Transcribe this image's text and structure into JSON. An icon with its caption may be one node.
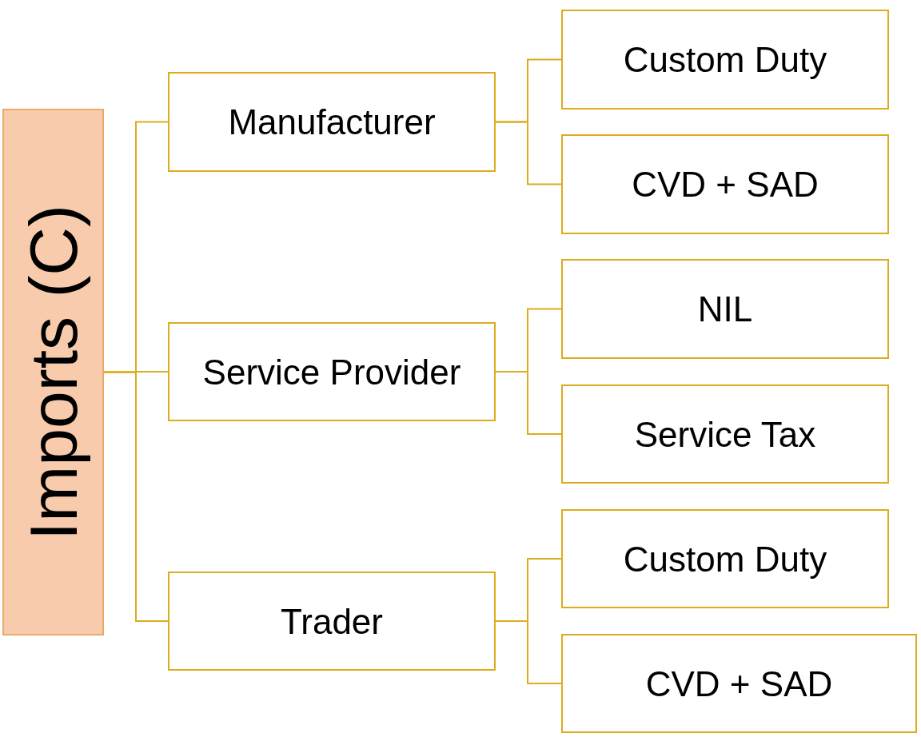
{
  "diagram": {
    "nodes": [
      {
        "text": [
          "Imports (C)"
        ]
      },
      {
        "text": [
          "Manufacturer"
        ]
      },
      {
        "text": [
          "Custom Duty"
        ]
      },
      {
        "text": [
          "CVD + SAD"
        ]
      },
      {
        "text": [
          "Service Provider"
        ]
      },
      {
        "text": [
          "NIL"
        ]
      },
      {
        "text": [
          "Service Tax"
        ]
      },
      {
        "text": [
          "Trader"
        ]
      },
      {
        "text": [
          "Custom Duty"
        ]
      },
      {
        "text": [
          "CVD + SAD"
        ]
      }
    ],
    "edges": [
      {
        "from": 0,
        "to": 1,
        "arrow": "none"
      },
      {
        "from": 0,
        "to": 4,
        "arrow": "none"
      },
      {
        "from": 0,
        "to": 7,
        "arrow": "none"
      },
      {
        "from": 1,
        "to": 2,
        "arrow": "none"
      },
      {
        "from": 1,
        "to": 3,
        "arrow": "none"
      },
      {
        "from": 4,
        "to": 5,
        "arrow": "none"
      },
      {
        "from": 4,
        "to": 6,
        "arrow": "none"
      },
      {
        "from": 7,
        "to": 8,
        "arrow": "none"
      },
      {
        "from": 7,
        "to": 9,
        "arrow": "none"
      }
    ]
  }
}
